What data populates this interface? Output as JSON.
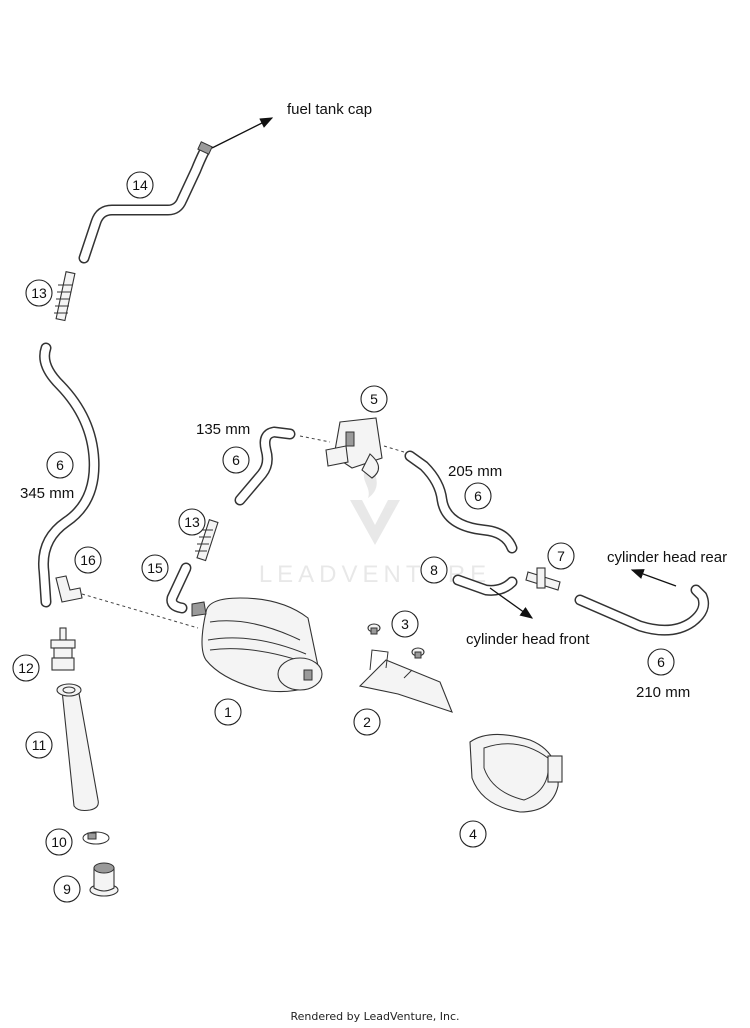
{
  "labels": {
    "fuel_tank_cap": "fuel tank cap",
    "cylinder_head_rear": "cylinder head rear",
    "cylinder_head_front": "cylinder head front",
    "len_135": "135 mm",
    "len_205": "205 mm",
    "len_345": "345 mm",
    "len_210": "210 mm"
  },
  "callouts": {
    "c1": "1",
    "c2": "2",
    "c3": "3",
    "c4": "4",
    "c5": "5",
    "c6a": "6",
    "c6b": "6",
    "c6c": "6",
    "c6d": "6",
    "c7": "7",
    "c8": "8",
    "c9": "9",
    "c10": "10",
    "c11": "11",
    "c12": "12",
    "c13a": "13",
    "c13b": "13",
    "c14": "14",
    "c15": "15",
    "c16": "16"
  },
  "watermark": {
    "text": "LEADVENTURE"
  },
  "footer": {
    "text": "Rendered by LeadVenture, Inc."
  }
}
